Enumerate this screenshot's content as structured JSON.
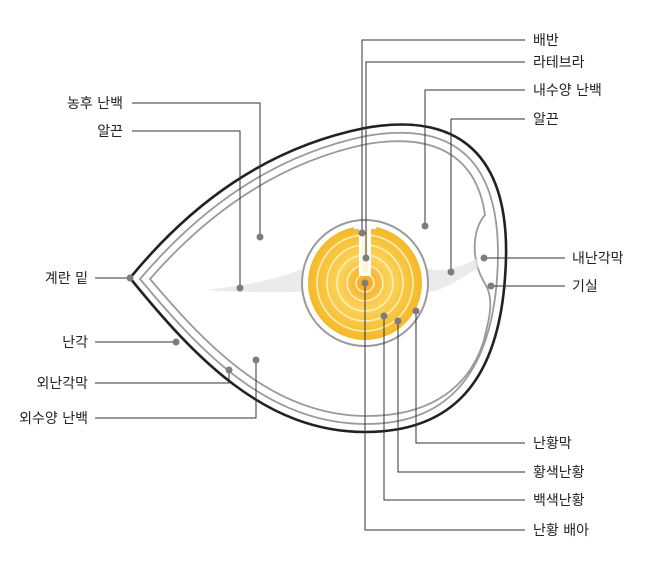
{
  "labels": {
    "baeban": "배반",
    "latebra": "라테브라",
    "inner_thin_albumen": "내수양 난백",
    "chalaza_right": "알끈",
    "thick_albumen": "농후 난백",
    "chalaza_left": "알끈",
    "shell_bottom": "계란 밑",
    "shell": "난각",
    "outer_shell_membrane": "외난각막",
    "outer_thin_albumen": "외수양 난백",
    "inner_shell_membrane": "내난각막",
    "air_cell": "기실",
    "vitelline_membrane": "난황막",
    "yellow_yolk": "황색난황",
    "white_yolk": "백색난황",
    "yolk_germ": "난황 배아"
  },
  "colors": {
    "yolk_outer": "#f2b824",
    "yolk_inner": "#fbdc5a",
    "yolk_center": "#f5a623",
    "membrane": "#9a9a9a",
    "shell": "#222222"
  }
}
